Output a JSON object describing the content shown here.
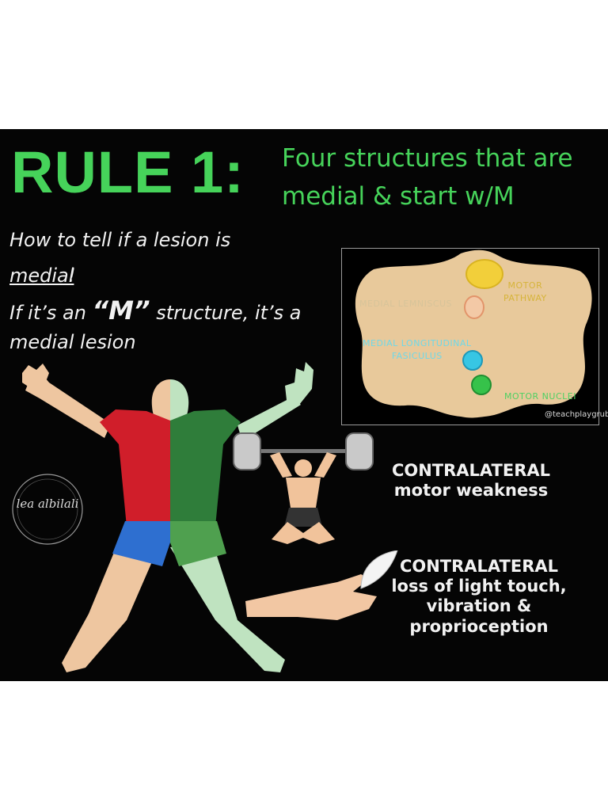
{
  "header": {
    "title": "RULE 1:",
    "subtitle_line1": "Four structures that are",
    "subtitle_line2": "medial & start w/M"
  },
  "intro": {
    "line1": "How to tell if a lesion is",
    "line2_medial": "medial",
    "line2_excl": "!",
    "line3_before": "If it’s an ",
    "line3_m": "“M”",
    "line3_after": " structure, it’s a",
    "line4": "medial lesion"
  },
  "brainstem": {
    "labels": {
      "motor_pathway_1": "Motor",
      "motor_pathway_2": "pathway",
      "medial_lemniscus": "Medial lemniscus",
      "mlf_1": "Medial longitudinal",
      "mlf_2": "fasiculus",
      "motor_nuclei": "Motor nuclei"
    },
    "credit": "@teachplaygrub",
    "colors": {
      "tissue": "#e8c99b",
      "motor_pathway": "#f2cf3a",
      "medial_lemniscus": "#f3c9a6",
      "mlf": "#37c6e4",
      "motor_nuclei": "#36c24a"
    }
  },
  "symptoms": {
    "motor_1": "CONTRALATERAL",
    "motor_2": "motor weakness",
    "sensory_1": "CONTRALATERAL",
    "sensory_2": "loss of light touch,",
    "sensory_3": "vibration &",
    "sensory_4": "proprioception"
  },
  "body_colors": {
    "shirt_left": "#d01e2a",
    "shirt_right": "#2f7d3a",
    "shorts_left": "#2e6fd0",
    "shorts_right": "#4fa04f",
    "skin_left": "#eec6a0",
    "skin_right": "#bfe3c0"
  },
  "watermark": {
    "signature": "lea albilali"
  }
}
